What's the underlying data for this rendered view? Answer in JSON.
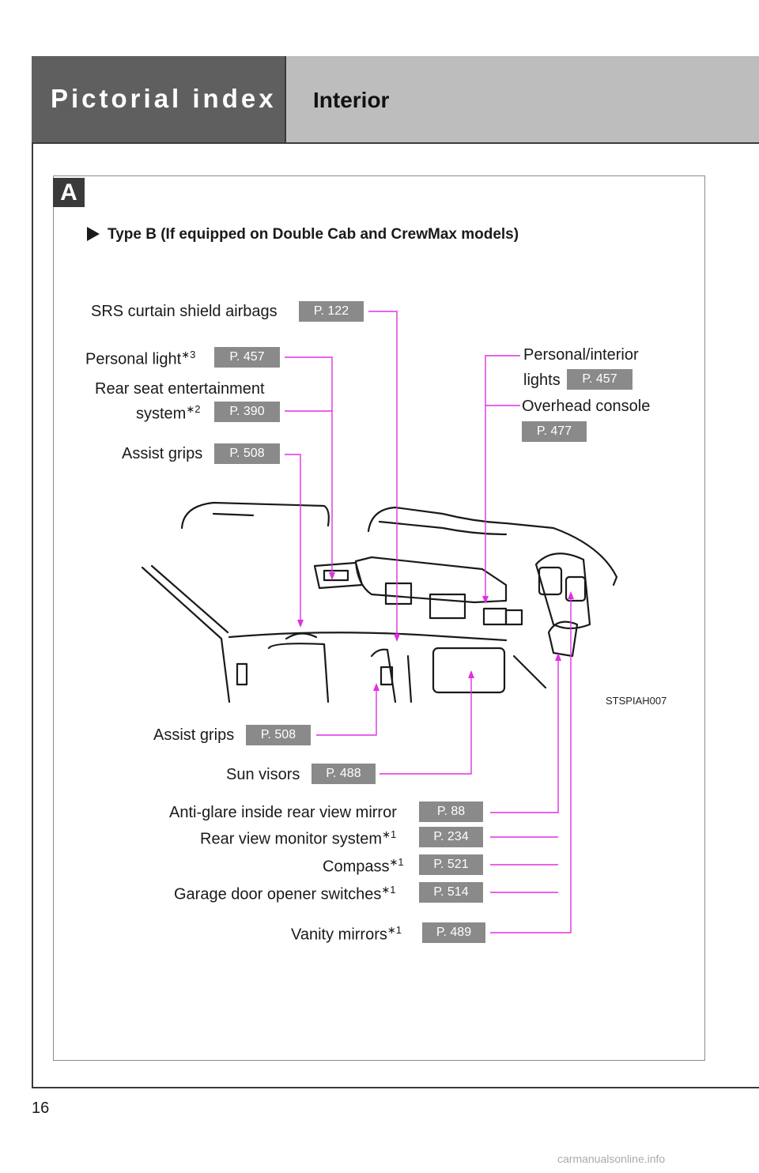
{
  "header": {
    "section": "Pictorial index",
    "title": "Interior"
  },
  "badge": "A",
  "subtitle": "Type B (If equipped on Double Cab and CrewMax models)",
  "labels": {
    "srs_airbags": {
      "text": "SRS curtain shield airbags",
      "page": "P. 122"
    },
    "personal_light": {
      "text": "Personal light",
      "mark": "∗3",
      "page": "P. 457"
    },
    "rear_ent_1": {
      "text": "Rear seat entertainment"
    },
    "rear_ent_2": {
      "text": "system",
      "mark": "∗2",
      "page": "P. 390"
    },
    "assist_grips_top": {
      "text": "Assist grips",
      "page": "P. 508"
    },
    "personal_interior_1": {
      "text": "Personal/interior"
    },
    "personal_interior_2": {
      "text": "lights",
      "page": "P. 457"
    },
    "overhead_console": {
      "text": "Overhead console",
      "page": "P. 477"
    },
    "assist_grips_bottom": {
      "text": "Assist grips",
      "page": "P. 508"
    },
    "sun_visors": {
      "text": "Sun visors",
      "page": "P. 488"
    },
    "anti_glare": {
      "text": "Anti-glare inside rear view mirror",
      "page": "P. 88"
    },
    "rear_monitor": {
      "text": "Rear view monitor system",
      "mark": "∗1",
      "page": "P. 234"
    },
    "compass": {
      "text": "Compass",
      "mark": "∗1",
      "page": "P. 521"
    },
    "garage_door": {
      "text": "Garage door opener switches",
      "mark": "∗1",
      "page": "P. 514"
    },
    "vanity": {
      "text": "Vanity mirrors",
      "mark": "∗1",
      "page": "P. 489"
    }
  },
  "figure_id": "STSPIAH007",
  "page_number": "16",
  "watermark": "carmanualsonline.info",
  "colors": {
    "header_dark": "#5f5f5f",
    "header_light": "#bdbdbd",
    "page_badge": "#8a8a8a",
    "leader_line": "#e030e0"
  }
}
